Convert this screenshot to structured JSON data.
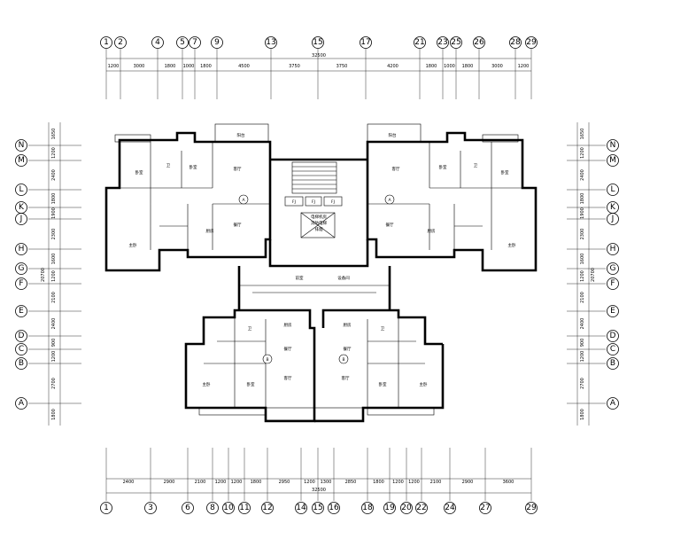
{
  "drawing": {
    "top_axes": [
      "1",
      "2",
      "4",
      "5",
      "7",
      "9",
      "13",
      "15",
      "17",
      "21",
      "23",
      "25",
      "26",
      "28",
      "29"
    ],
    "bottom_axes": [
      "1",
      "3",
      "6",
      "8",
      "10",
      "11",
      "12",
      "14",
      "15",
      "16",
      "18",
      "19",
      "20",
      "22",
      "24",
      "27",
      "29"
    ],
    "side_axes": [
      "N",
      "M",
      "L",
      "K",
      "J",
      "H",
      "G",
      "F",
      "E",
      "D",
      "C",
      "B",
      "A"
    ],
    "top_dims": [
      "1200",
      "3000",
      "1800",
      "1000",
      "1800",
      "4500",
      "3750",
      "3750",
      "4200",
      "1800",
      "1000",
      "1800",
      "3000",
      "1200"
    ],
    "top_total": "32500",
    "bottom_dims": [
      "2400",
      "2900",
      "2100",
      "1200",
      "1200",
      "1800",
      "2950",
      "1200",
      "1300",
      "2850",
      "1800",
      "1200",
      "1200",
      "2100",
      "2900",
      "3600"
    ],
    "bottom_total": "32500",
    "left_dims": [
      "1650",
      "1200",
      "2400",
      "1800",
      "1900",
      "2300",
      "1600",
      "1200",
      "2100",
      "2400",
      "900",
      "1200",
      "2700",
      "1800"
    ],
    "right_dims": [
      "1650",
      "1200",
      "2400",
      "1800",
      "1900",
      "2300",
      "1600",
      "1200",
      "2100",
      "2400",
      "900",
      "1200",
      "2700",
      "1800"
    ],
    "side_total": "20700",
    "unit_labels": [
      "A",
      "A",
      "B",
      "B"
    ],
    "rooms": {
      "living": "客厅",
      "bedroom": "卧室",
      "master": "主卧",
      "kitchen": "厨房",
      "bath": "卫",
      "dining": "餐厅",
      "balcony": "阳台",
      "hall": "前室",
      "equipment": "设备间"
    },
    "core_notes": [
      "电梯机房",
      "消防电梯",
      "排烟",
      "FJ"
    ]
  }
}
